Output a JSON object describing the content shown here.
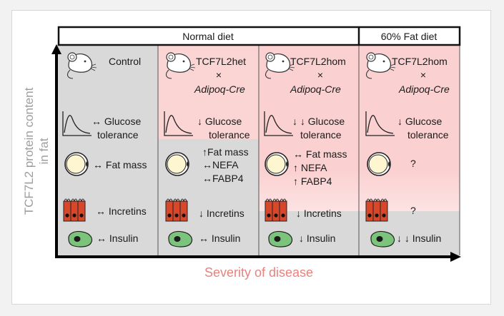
{
  "headers": {
    "normal_diet": "Normal diet",
    "fat_diet": "60% Fat diet"
  },
  "y_axis_label": [
    "TCF7L2 protein content",
    "in fat"
  ],
  "x_axis_label": "Severity of disease",
  "colors": {
    "gray_panel": "#d9d9d9",
    "pink_panel": "#fbd4d4",
    "pink_strong": "#f7c2c2",
    "axis_label": "#9e9e9e",
    "severity_label": "#e8827d",
    "cell_red": "#d9472a",
    "cell_green": "#7cc47c"
  },
  "columns": [
    {
      "title": "Control",
      "glucose": "↔ Glucose",
      "glucose2": "tolerance",
      "fat": [
        "↔ Fat mass"
      ],
      "incretins": "↔ Incretins",
      "insulin": "↔ Insulin"
    },
    {
      "title": "TCF7L2het",
      "cross": "×",
      "cre": "Adipoq-Cre",
      "glucose": "↓ Glucose",
      "glucose2": "tolerance",
      "fat": [
        "↑Fat mass",
        "↔NEFA",
        "↔FABP4"
      ],
      "incretins": "↓ Incretins",
      "insulin": "↔ Insulin"
    },
    {
      "title": "TCF7L2hom",
      "cross": "×",
      "cre": "Adipoq-Cre",
      "glucose": "↓ ↓ Glucose",
      "glucose2": "tolerance",
      "fat": [
        "↔ Fat mass",
        "↑ NEFA",
        "↑ FABP4"
      ],
      "incretins": "↓ Incretins",
      "insulin": "↓ Insulin"
    },
    {
      "title": "TCF7L2hom",
      "cross": "×",
      "cre": "Adipoq-Cre",
      "glucose": "↓ Glucose",
      "glucose2": "tolerance",
      "fat": [
        "?"
      ],
      "incretins": "?",
      "insulin": "↓ ↓ Insulin"
    }
  ]
}
